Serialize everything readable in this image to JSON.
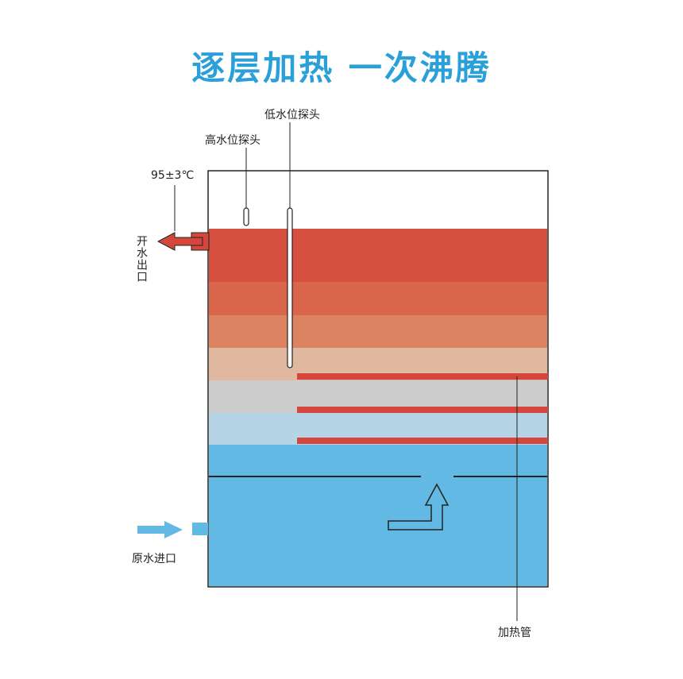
{
  "title": "逐层加热  一次沸腾",
  "labels": {
    "low_probe": "低水位探头",
    "high_probe": "高水位探头",
    "temperature": "95±3℃",
    "outlet": "开水出口",
    "inlet": "原水进口",
    "heater": "加热管"
  },
  "colors": {
    "layer1": "#d64f3f",
    "layer2": "#d9664a",
    "layer3": "#dc8462",
    "layer4": "#dfb89f",
    "layer5": "#cccccc",
    "layer6": "#b5d5e6",
    "water": "#62b9e3",
    "heater": "#d5463c",
    "outlet_arrow": "#d5463c",
    "inlet_arrow": "#62b9e3",
    "title": "#2a9fd8"
  }
}
